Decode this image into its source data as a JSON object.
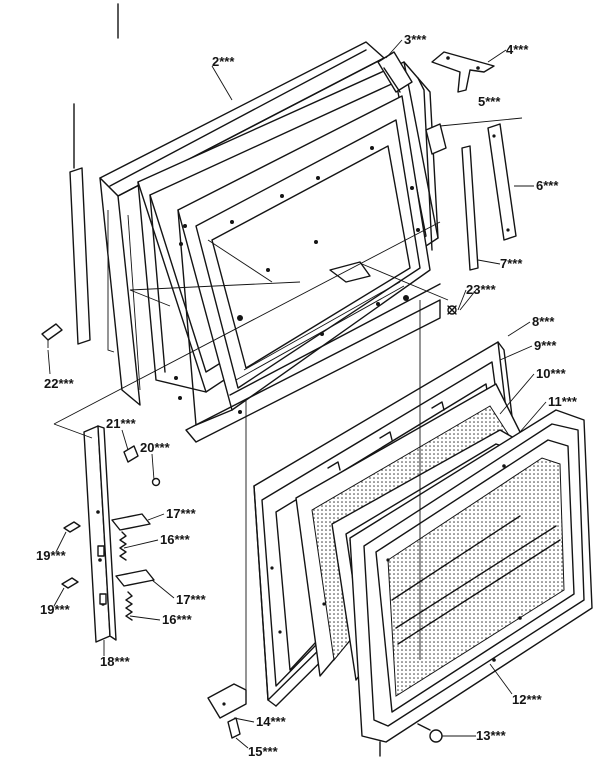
{
  "callouts": [
    {
      "id": "c2",
      "label": "2***"
    },
    {
      "id": "c3",
      "label": "3***"
    },
    {
      "id": "c4",
      "label": "4***"
    },
    {
      "id": "c5",
      "label": "5***"
    },
    {
      "id": "c6",
      "label": "6***"
    },
    {
      "id": "c7",
      "label": "7***"
    },
    {
      "id": "c8",
      "label": "8***"
    },
    {
      "id": "c9",
      "label": "9***"
    },
    {
      "id": "c10",
      "label": "10***"
    },
    {
      "id": "c11",
      "label": "11***"
    },
    {
      "id": "c12",
      "label": "12***"
    },
    {
      "id": "c13",
      "label": "13***"
    },
    {
      "id": "c14",
      "label": "14***"
    },
    {
      "id": "c15",
      "label": "15***"
    },
    {
      "id": "c16a",
      "label": "16***"
    },
    {
      "id": "c16b",
      "label": "16***"
    },
    {
      "id": "c17a",
      "label": "17***"
    },
    {
      "id": "c17b",
      "label": "17***"
    },
    {
      "id": "c18",
      "label": "18***"
    },
    {
      "id": "c19a",
      "label": "19***"
    },
    {
      "id": "c19b",
      "label": "19***"
    },
    {
      "id": "c20",
      "label": "20***"
    },
    {
      "id": "c21",
      "label": "21***"
    },
    {
      "id": "c22",
      "label": "22***"
    },
    {
      "id": "c23",
      "label": "23***"
    }
  ]
}
